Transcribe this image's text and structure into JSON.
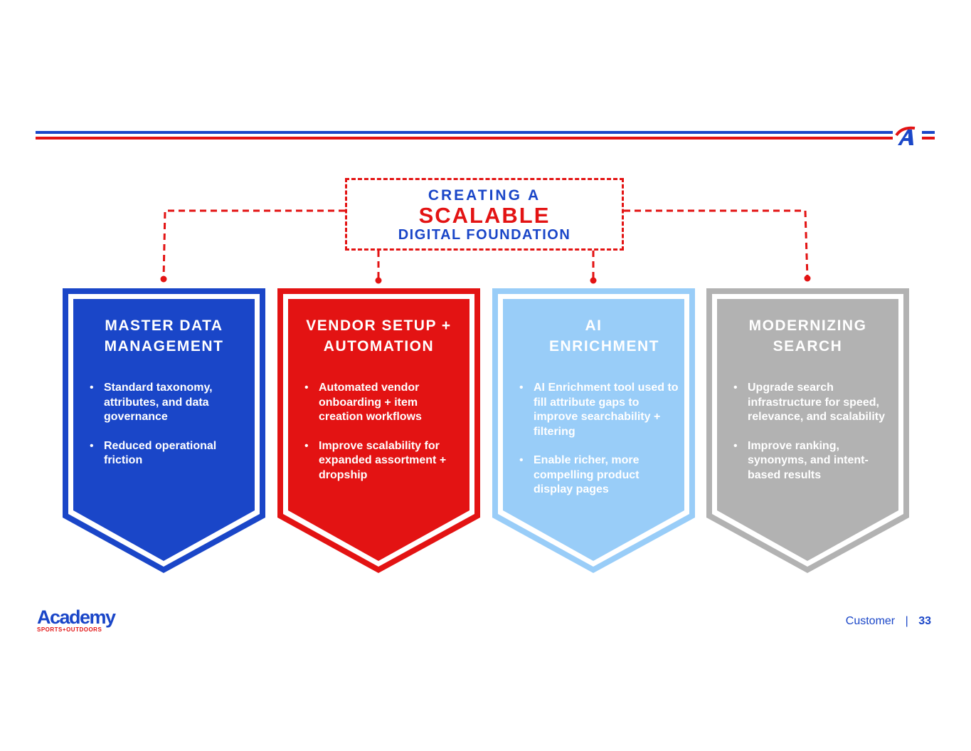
{
  "header": {
    "title_line1": "CREATING A",
    "title_line2": "SCALABLE",
    "title_line3": "DIGITAL FOUNDATION"
  },
  "cards": [
    {
      "title": "MASTER DATA MANAGEMENT",
      "color": "#1a46c8",
      "bullets": [
        "Standard taxonomy, attributes, and data governance",
        "Reduced operational friction"
      ]
    },
    {
      "title": "VENDOR SETUP + AUTOMATION",
      "color": "#e31313",
      "bullets": [
        "Automated vendor onboarding + item creation workflows",
        "Improve scalability for expanded assortment + dropship"
      ]
    },
    {
      "title": "AI ENRICHMENT",
      "color": "#99cdf8",
      "bullets": [
        "AI Enrichment tool used to fill attribute gaps to improve searchability + filtering",
        "Enable richer, more compelling product display pages"
      ]
    },
    {
      "title": "MODERNIZING SEARCH",
      "color": "#b2b2b2",
      "bullets": [
        "Upgrade search infrastructure for speed, relevance, and scalability",
        "Improve ranking, synonyms, and intent-based results"
      ]
    }
  ],
  "footer": {
    "logo_main": "Academy",
    "logo_sub": "SPORTS+OUTDOORS",
    "section": "Customer",
    "separator": "|",
    "page": "33"
  }
}
